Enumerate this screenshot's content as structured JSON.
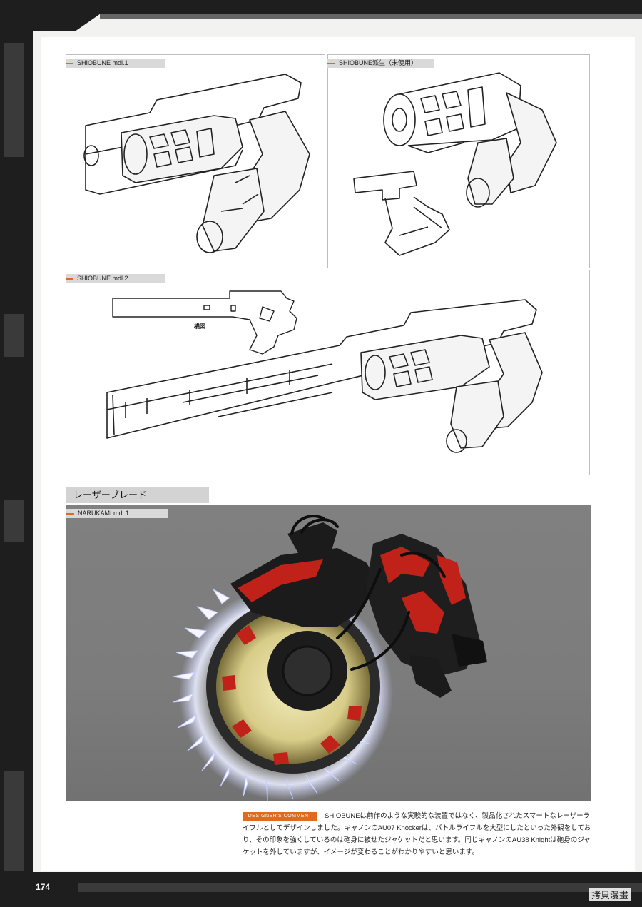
{
  "panels": {
    "mdl1": {
      "label": "SHIOBUNE mdl.1"
    },
    "derivative": {
      "label": "SHIOBUNE派生（未使用）"
    },
    "mdl2": {
      "label": "SHIOBUNE mdl.2",
      "caption": "横図"
    }
  },
  "laser_blade": {
    "heading": "レーザーブレード",
    "label": "NARUKAMI mdl.1"
  },
  "designer_comment": {
    "tag": "DESIGNER'S COMMENT",
    "text": "SHIOBUNEは前作のような実験的な装置ではなく、製品化されたスマートなレーザーライフルとしてデザインしました。キャノンのAU07 Knockerは、バトルライフルを大型にしたといった外観をしており、その印象を強くしているのは砲身に被せたジャケットだと思います。同じキャノンのAU38 Knightは砲身のジャケットを外していますが、イメージが変わることがわかりやすいと思います。"
  },
  "page_number": "174",
  "watermark": "拷貝漫畫",
  "colors": {
    "accent": "#e06a1d",
    "frame": "#1e1e1e",
    "render_background": "#7c7c7c",
    "blade_glow": "#eef0ff",
    "weapon_red": "#c0221a"
  }
}
